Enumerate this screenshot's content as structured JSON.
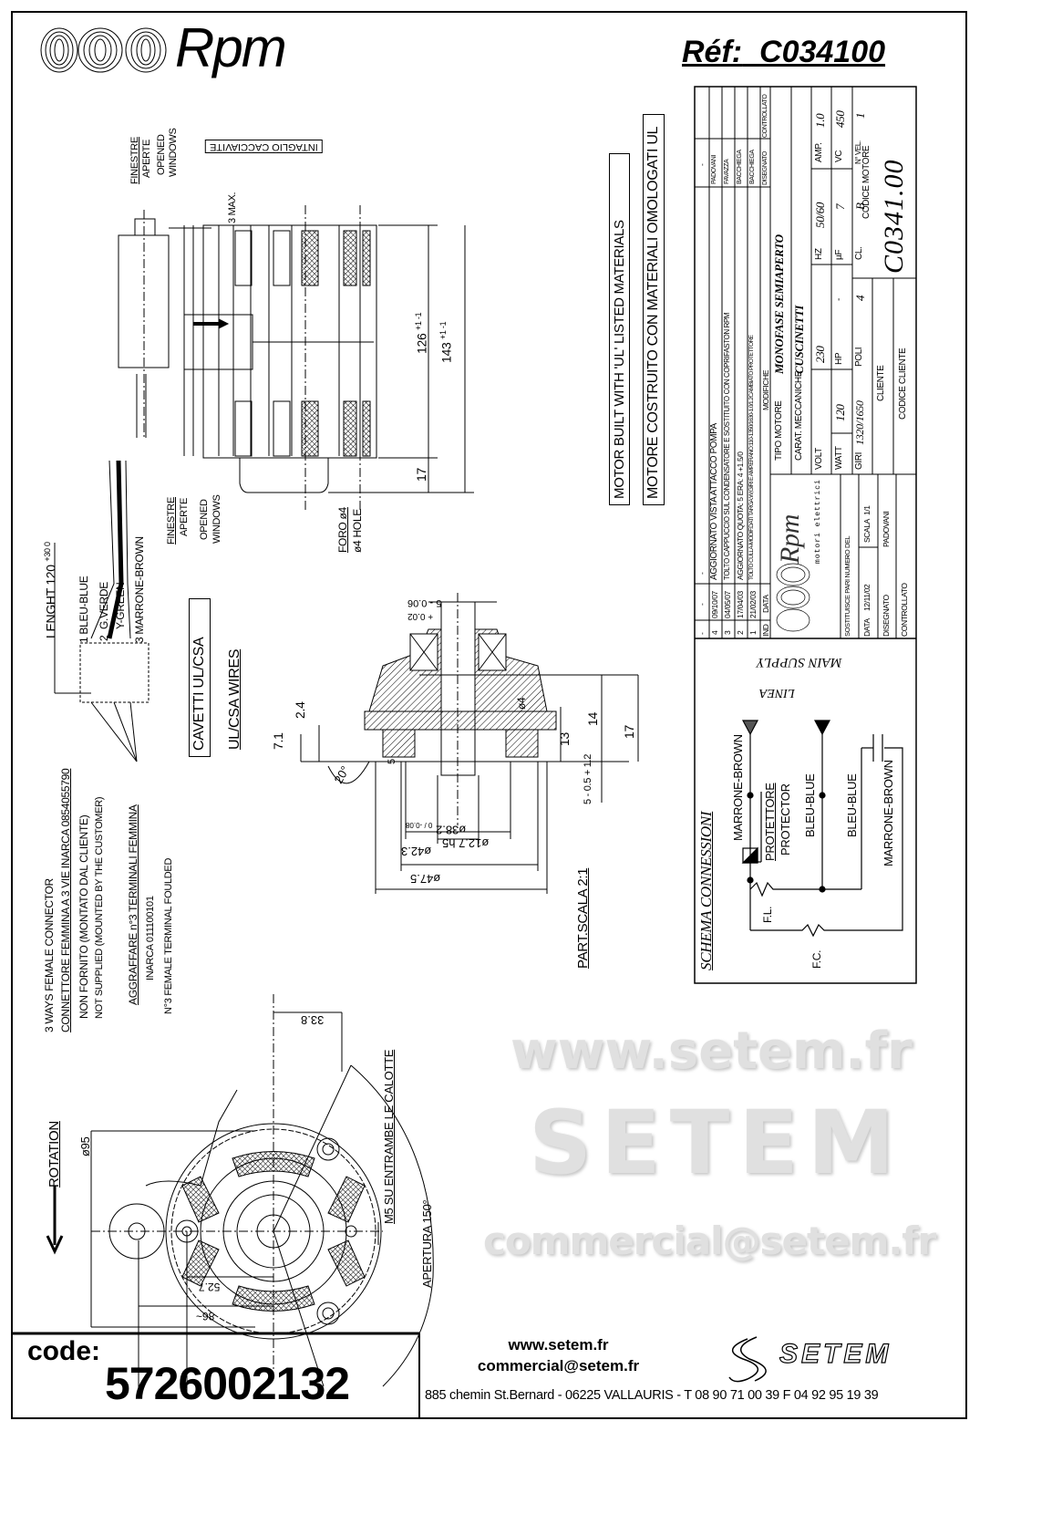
{
  "header": {
    "logo_text": "Rpm",
    "ref_label": "Réf:",
    "ref_code": "C034100"
  },
  "side_view": {
    "windows_top": [
      "FINESTRE",
      "APERTE",
      "OPENED",
      "WINDOWS"
    ],
    "windows_bottom": [
      "FINESTRE",
      "APERTE",
      "OPENED",
      "WINDOWS"
    ],
    "screw_slot": "INTAGLIO CACCIAVITE",
    "max_3": "3 MAX.",
    "dim_126": "126",
    "dim_126_tol": "+1 -1",
    "dim_143": "143",
    "dim_143_tol": "+1 -1",
    "dim_17": "17",
    "hole": [
      "FORO ø4",
      "ø4 HOLE"
    ]
  },
  "ul_notes": [
    "MOTOR BUILT WITH 'UL' LISTED MATERIALS",
    "MOTORE COSTRUITO CON MATERIALI OMOLOGATI UL"
  ],
  "wires": {
    "length": "LENGHT 120",
    "length_tol_plus": "+30",
    "length_tol_minus": "0",
    "w1": "1 BLEU-BLUE",
    "w2_num": "2",
    "w2a": "G.VERDE",
    "w2b": "Y-GREEN",
    "w3": "3 MARRONE-BROWN",
    "cavetti": "CAVETTI UL/CSA",
    "ul_csa": "UL/CSA WIRES"
  },
  "connector_notes": [
    "3 WAYS FEMALE CONNECTOR",
    "CONNETTORE FEMMINA A 3 VIE INARCA 0854055790",
    "NON FORNITO (MONTATO DAL CLIENTE)",
    "NOT SUPPLIED (MOUNTED BY THE CUSTOMER)",
    "AGGRAFFARE n°3 TERMINALI FEMMINA",
    "INARCA 011100101",
    "N°3 FEMALE TERMINAL FOULDED"
  ],
  "section": {
    "d71": "7.1",
    "d24": "2.4",
    "d5": "5",
    "d127": "ø12.7 h5",
    "d382": "ø38.2",
    "d382_tol": "0 / -0.08",
    "d423": "ø42.3",
    "d475": "ø47.5",
    "a20": "20°",
    "d13": "13",
    "d14": "14",
    "d17": "17",
    "d5b": "5 - 0.5 + 1.2",
    "d5c": "5 - 0.06",
    "d5c_tol": "+ 0.02",
    "d4": "ø4",
    "scale": "PART.SCALA 2:1"
  },
  "front_view": {
    "rotation": "ROTATION",
    "d95": "ø95",
    "d338": "33.8",
    "m5": "M5 SU ENTRAMBE LE CALOTTE",
    "opening": "APERTURA 150°",
    "d527": "52.7",
    "d86": "86~"
  },
  "schema": {
    "title": "SCHEMA CONNESSIONI",
    "main_supply": "MAIN SUPPLY",
    "linea": "LINEA",
    "brown1": "MARRONE-BROWN",
    "protettore": "PROTETTORE",
    "protector": "PROTECTOR",
    "blue1": "BLEU-BLUE",
    "blue2": "BLEU-BLUE",
    "brown2": "MARRONE-BROWN",
    "fl": "F.L.",
    "fc": "F.C."
  },
  "title_block": {
    "revisions": [
      {
        "ind": "-",
        "data": "-",
        "modifiche": "-",
        "disegnato": "-",
        "controllato": ""
      },
      {
        "ind": "4",
        "data": "09/10/07",
        "modifiche": "AGGIORNATO VISTA ATTACCO POMPA",
        "disegnato": "PADOVANI"
      },
      {
        "ind": "3",
        "data": "04/05/07",
        "modifiche": "TOLTO CAPPUCCIO SUL CONDENSATORE E SOSTITUITO CON COPRIFASTON RPM",
        "disegnato": "FAVAZZA"
      },
      {
        "ind": "2",
        "data": "17/04/03",
        "modifiche": "AGGIORNATO QUOTA: 5  ERA: 4 +1.5/0",
        "disegnato": "BACCHIEGA"
      },
      {
        "ind": "1",
        "data": "21/02/03",
        "modifiche": "TOLTO CULLA-MODIF.DATI TARGA:W;GIRI E AMP.ERANO:110-1350/1630-1.0/1.2CAMBIATO PROTETTORE",
        "disegnato": "BACCHIEGA"
      }
    ],
    "headers": {
      "ind": "IND",
      "data": "DATA",
      "modifiche": "MODIFICHE",
      "disegnato": "DISEGNATO",
      "controllato": "CONTROLLATO"
    },
    "tipo_motore_label": "TIPO MOTORE",
    "tipo_motore": "MONOFASE SEMIAPERTO",
    "carat_label": "CARAT. MECCANICHE",
    "carat": "CUSCINETTI",
    "volt_label": "VOLT",
    "volt": "230",
    "hz_label": "HZ",
    "hz": "50/60",
    "amp_label": "AMP.",
    "amp": "1.0",
    "watt_label": "WATT",
    "watt": "120",
    "hp_label": "HP",
    "hp": "-",
    "uf_label": "µF",
    "uf": "7",
    "vc_label": "VC",
    "vc": "450",
    "giri_label": "GIRI",
    "giri": "1320/1650",
    "poli_label": "POLI",
    "poli": "4",
    "cl_label": "CL.",
    "cl": "B",
    "nvel_label": "N° VEL.",
    "nvel": "1",
    "cliente_label": "CLIENTE",
    "codice_cliente_label": "CODICE CLIENTE",
    "codice_motore_label": "CODICE MOTORE",
    "codice_motore": "C0341.00",
    "logo_text": "Rpm",
    "logo_sub": "motori elettrici",
    "sostituisce_label": "SOSTITUISCE PARI NUMERO DEL",
    "sostituisce": "-",
    "data_label": "DATA",
    "data": "12/11/02",
    "scala_label": "SCALA",
    "scala": "1/1",
    "disegnato_label": "DISEGNATO",
    "disegnato": "PADOVANI",
    "controllato_label": "CONTROLLATO"
  },
  "footer": {
    "code_label": "code:",
    "code": "5726002132",
    "web": "www.setem.fr",
    "email": "commercial@setem.fr",
    "address": "885 chemin St.Bernard  -  06225 VALLAURIS  -  T 08 90 71 00 39   F 04 92 95 19 39",
    "brand": "SETEM"
  },
  "watermark": [
    "www.setem.fr",
    "SETEM",
    "commercial@setem.fr"
  ]
}
